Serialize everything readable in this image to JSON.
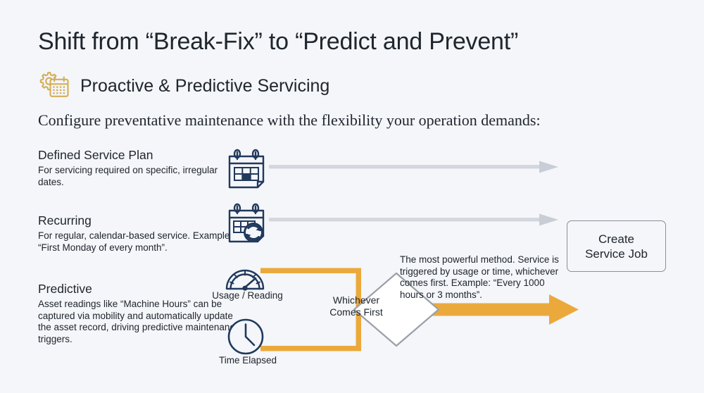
{
  "slide": {
    "background_color": "#f4f6f9",
    "title": "Shift from “Break-Fix” to “Predict and Prevent”",
    "section_heading": "Proactive & Predictive Servicing",
    "lede": "Configure preventative maintenance with the flexibility your operation demands:",
    "accent_gold": "#d9b45b",
    "accent_orange": "#eba93c",
    "ink_navy": "#21395c",
    "arrow_gray": "#d3d6de"
  },
  "rows": [
    {
      "key": "defined",
      "title": "Defined Service Plan",
      "body": "For servicing required on specific, irregular dates.",
      "icon": "calendar-icon"
    },
    {
      "key": "recurring",
      "title": "Recurring",
      "body": "For regular, calendar-based service. Example: “First Monday of every month”.",
      "icon": "calendar-recurring-icon"
    },
    {
      "key": "predictive",
      "title": "Predictive",
      "body": "Asset readings like “Machine Hours” can be captured via mobility and automatically update the asset record, driving predictive maintenance triggers.",
      "icon": "gauge-icon"
    }
  ],
  "icon_captions": {
    "usage": "Usage / Reading",
    "time": "Time Elapsed"
  },
  "decision": {
    "line1": "Whichever",
    "line2": "Comes First"
  },
  "predictive_note": "The most powerful method. Service is triggered by usage or time, whichever comes first. Example: “Every 1000 hours or 3 months”.",
  "create_job": {
    "line1": "Create",
    "line2": "Service Job"
  }
}
